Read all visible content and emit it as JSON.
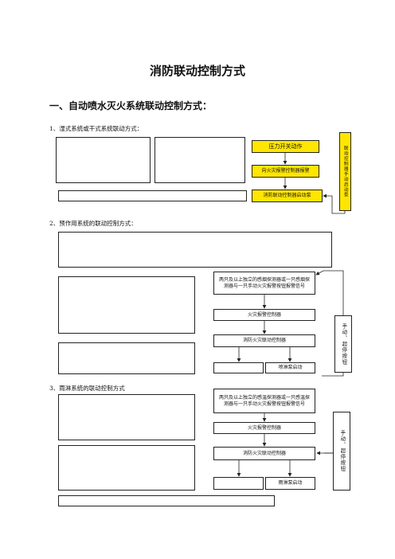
{
  "title": "消防联动控制方式",
  "heading1": "一、自动喷水灭火系统联动控制方式：",
  "sections": [
    {
      "label": "1、湿式系统或干式系统联动方式：",
      "flow": [
        "压力开关动作",
        "向火灾报警控制器报警",
        "消防联动控制器启动泵"
      ],
      "side": "联动控制器手动启动泵"
    },
    {
      "label": "2、预作用系统的联动控制方式：",
      "flow": [
        "两只及以上独立的感烟探测器或一只感烟探测器与一只手动火灾报警按钮报警信号",
        "火灾报警控制器",
        "消防火灾联动控制器",
        "",
        "喷淋泵启动"
      ],
      "side": "手动、超停按钮"
    },
    {
      "label": "3、雨淋系统的联动控制方式",
      "flow": [
        "两只及以上独立的感温探测器或一只感温探测器与一只手动火灾报警按钮报警信号",
        "火灾报警控制器",
        "消防火灾联动控制器",
        "",
        "雨淋泵启动"
      ],
      "side": "手动、超停按钮"
    }
  ]
}
